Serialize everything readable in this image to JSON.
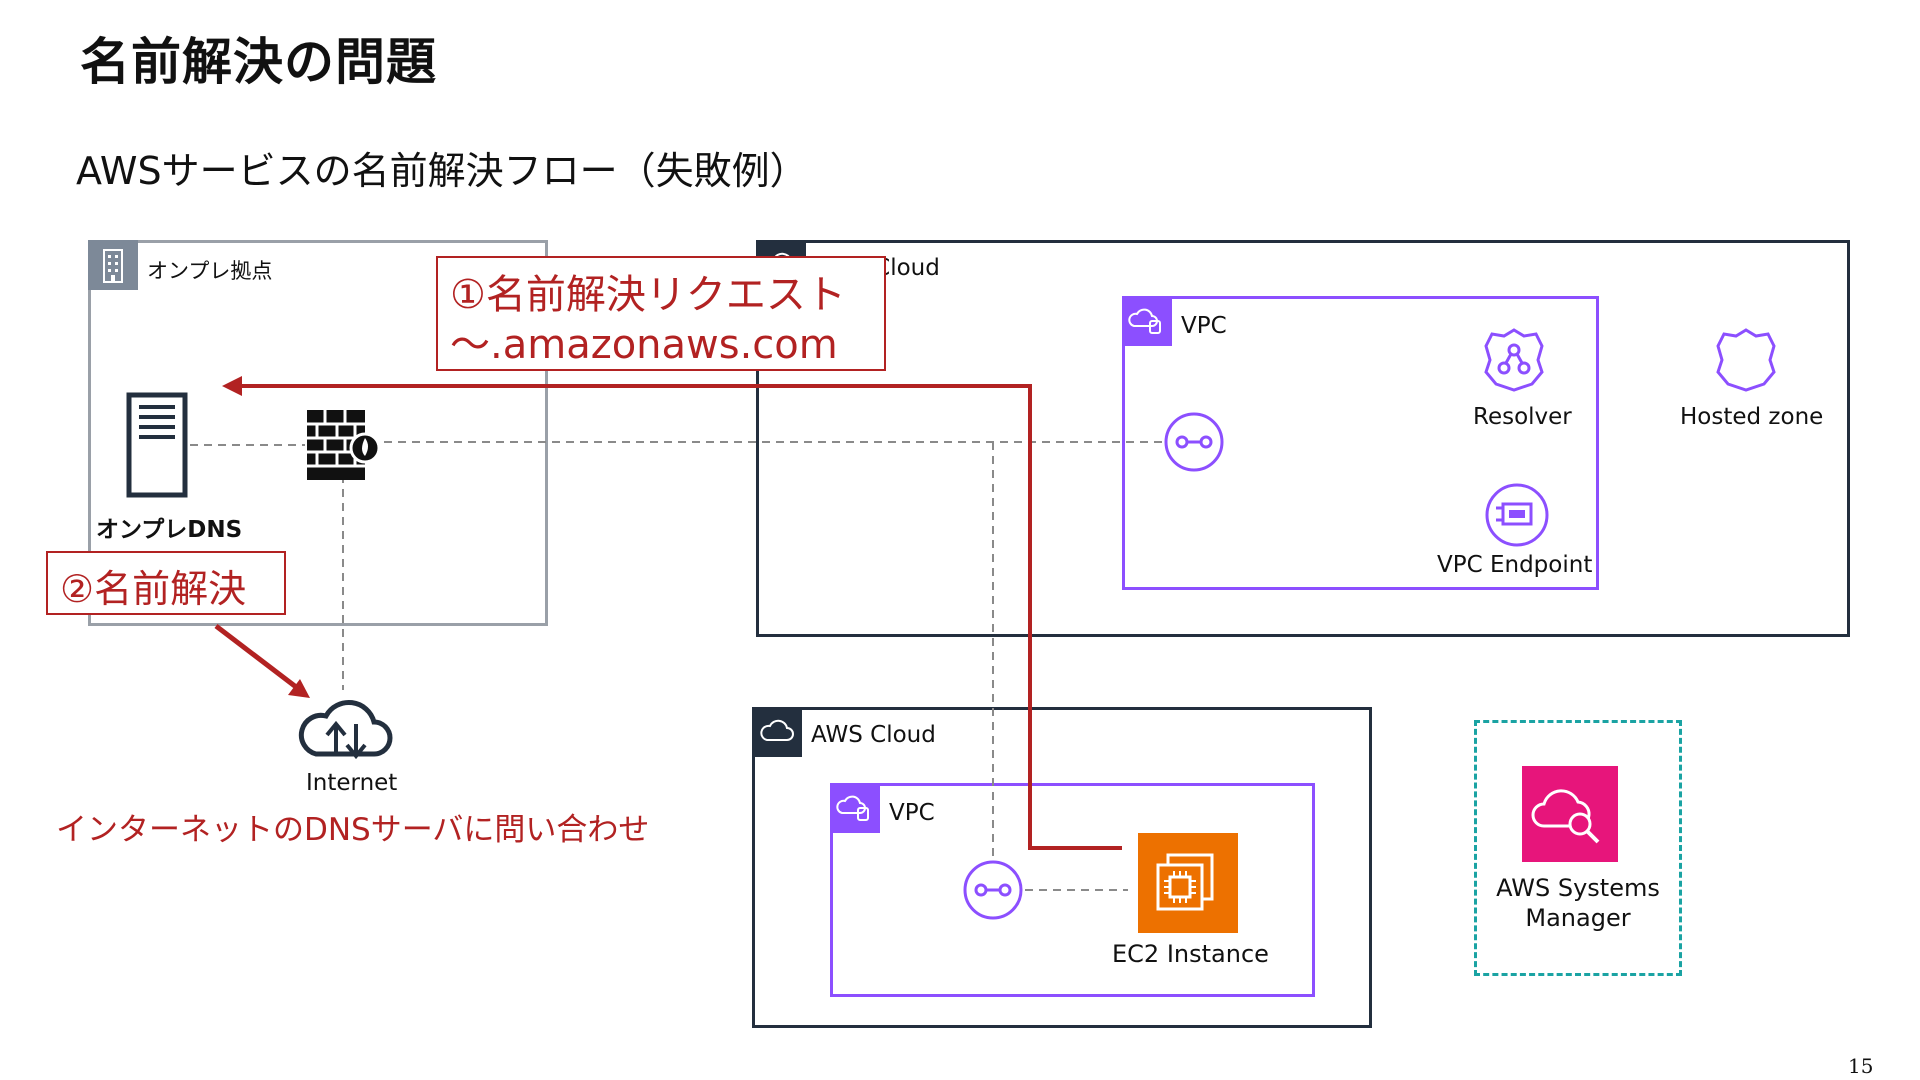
{
  "title": "名前解決の問題",
  "subtitle": "AWSサービスの名前解決フロー（失敗例）",
  "onprem": {
    "group_label": "オンプレ拠点",
    "dns_label": "オンプレDNS"
  },
  "aws_top": {
    "group_label": "AWS Cloud",
    "vpc_label": "VPC",
    "resolver_label": "Resolver",
    "hosted_zone_label": "Hosted zone",
    "vpc_endpoint_label": "VPC Endpoint"
  },
  "aws_bottom": {
    "group_label": "AWS Cloud",
    "vpc_label": "VPC",
    "ec2_label": "EC2 Instance"
  },
  "ssm": {
    "label_line1": "AWS Systems",
    "label_line2": "Manager"
  },
  "internet_label": "Internet",
  "callouts": {
    "request_line1": "①名前解決リクエスト",
    "request_line2": "～.amazonaws.com",
    "resolve": "②名前解決",
    "internet_query": "インターネットのDNSサーバに問い合わせ"
  },
  "page_number": "15",
  "colors": {
    "red": "#b22222",
    "purple": "#8c4fff",
    "aws_dark": "#232f3e",
    "ec2_orange": "#ed7100",
    "ssm_pink": "#e7157b",
    "teal": "#1aa3a3"
  }
}
